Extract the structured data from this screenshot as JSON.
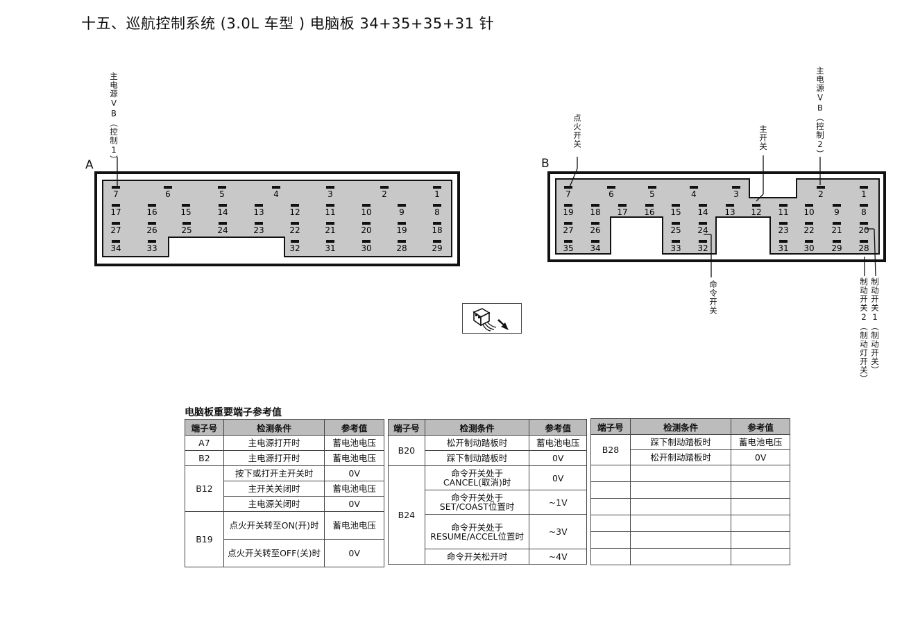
{
  "title": "十五、巡航控制系统 (3.0L 车型 ) 电脑板 34+35+35+31 针",
  "connector_a": {
    "letter": "A",
    "labels": {
      "main_power_1": "主电源VB（控制1）"
    },
    "rows": [
      [
        "7",
        "6",
        "5",
        "4",
        "3",
        "2",
        "1"
      ],
      [
        "17",
        "16",
        "15",
        "14",
        "13",
        "12",
        "11",
        "10",
        "9",
        "8"
      ],
      [
        "27",
        "26",
        "25",
        "24",
        "23",
        "22",
        "21",
        "20",
        "19",
        "18"
      ],
      [
        "34",
        "33",
        "32",
        "31",
        "30",
        "28",
        "29"
      ]
    ]
  },
  "connector_b": {
    "letter": "B",
    "labels": {
      "ignition": "点火开关",
      "main_switch": "主开关",
      "main_power_2": "主电源VB（控制2）",
      "command_switch": "命令开关",
      "brake_switch_2": "制动开关2（制动灯开关）",
      "brake_switch_1": "制动开关1（制动开关）"
    },
    "rows": [
      [
        "7",
        "6",
        "5",
        "4",
        "3",
        "2",
        "1"
      ],
      [
        "19",
        "18",
        "17",
        "16",
        "15",
        "14",
        "13",
        "12",
        "11",
        "10",
        "9",
        "8"
      ],
      [
        "27",
        "26",
        "25",
        "24",
        "23",
        "22",
        "21",
        "20"
      ],
      [
        "35",
        "34",
        "33",
        "32",
        "31",
        "30",
        "29",
        "28"
      ]
    ]
  },
  "table_caption": "电脑板重要端子参考值",
  "table_headers": {
    "terminal": "端子号",
    "condition": "检测条件",
    "value": "参考值"
  },
  "table1": [
    {
      "terminal": "A7",
      "conditions": [
        {
          "c": "主电源打开时",
          "v": "蓄电池电压"
        }
      ]
    },
    {
      "terminal": "B2",
      "conditions": [
        {
          "c": "主电源打开时",
          "v": "蓄电池电压"
        }
      ]
    },
    {
      "terminal": "B12",
      "conditions": [
        {
          "c": "按下或打开主开关时",
          "v": "0V"
        },
        {
          "c": "主开关关闭时",
          "v": "蓄电池电压"
        },
        {
          "c": "主电源关闭时",
          "v": "0V"
        }
      ]
    },
    {
      "terminal": "B19",
      "conditions": [
        {
          "c": "点火开关转至ON(开)时",
          "v": "蓄电池电压"
        },
        {
          "c": "点火开关转至OFF(关)时",
          "v": "0V"
        }
      ]
    }
  ],
  "table2": [
    {
      "terminal": "B20",
      "conditions": [
        {
          "c": "松开制动踏板时",
          "v": "蓄电池电压"
        },
        {
          "c": "踩下制动踏板时",
          "v": "0V"
        }
      ]
    },
    {
      "terminal": "B24",
      "conditions": [
        {
          "c": "命令开关处于CANCEL(取消)时",
          "v": "0V"
        },
        {
          "c": "命令开关处于SET/COAST位置时",
          "v": "~1V"
        },
        {
          "c": "命令开关处于RESUME/ACCEL位置时",
          "v": "~3V"
        },
        {
          "c": "命令开关松开时",
          "v": "~4V"
        }
      ]
    }
  ],
  "table3": [
    {
      "terminal": "B28",
      "conditions": [
        {
          "c": "踩下制动踏板时",
          "v": "蓄电池电压"
        },
        {
          "c": "松开制动踏板时",
          "v": "0V"
        }
      ]
    }
  ],
  "colors": {
    "connector_fill": "#c8c8c8",
    "header_fill": "#bcbcbc",
    "border": "#111111"
  }
}
